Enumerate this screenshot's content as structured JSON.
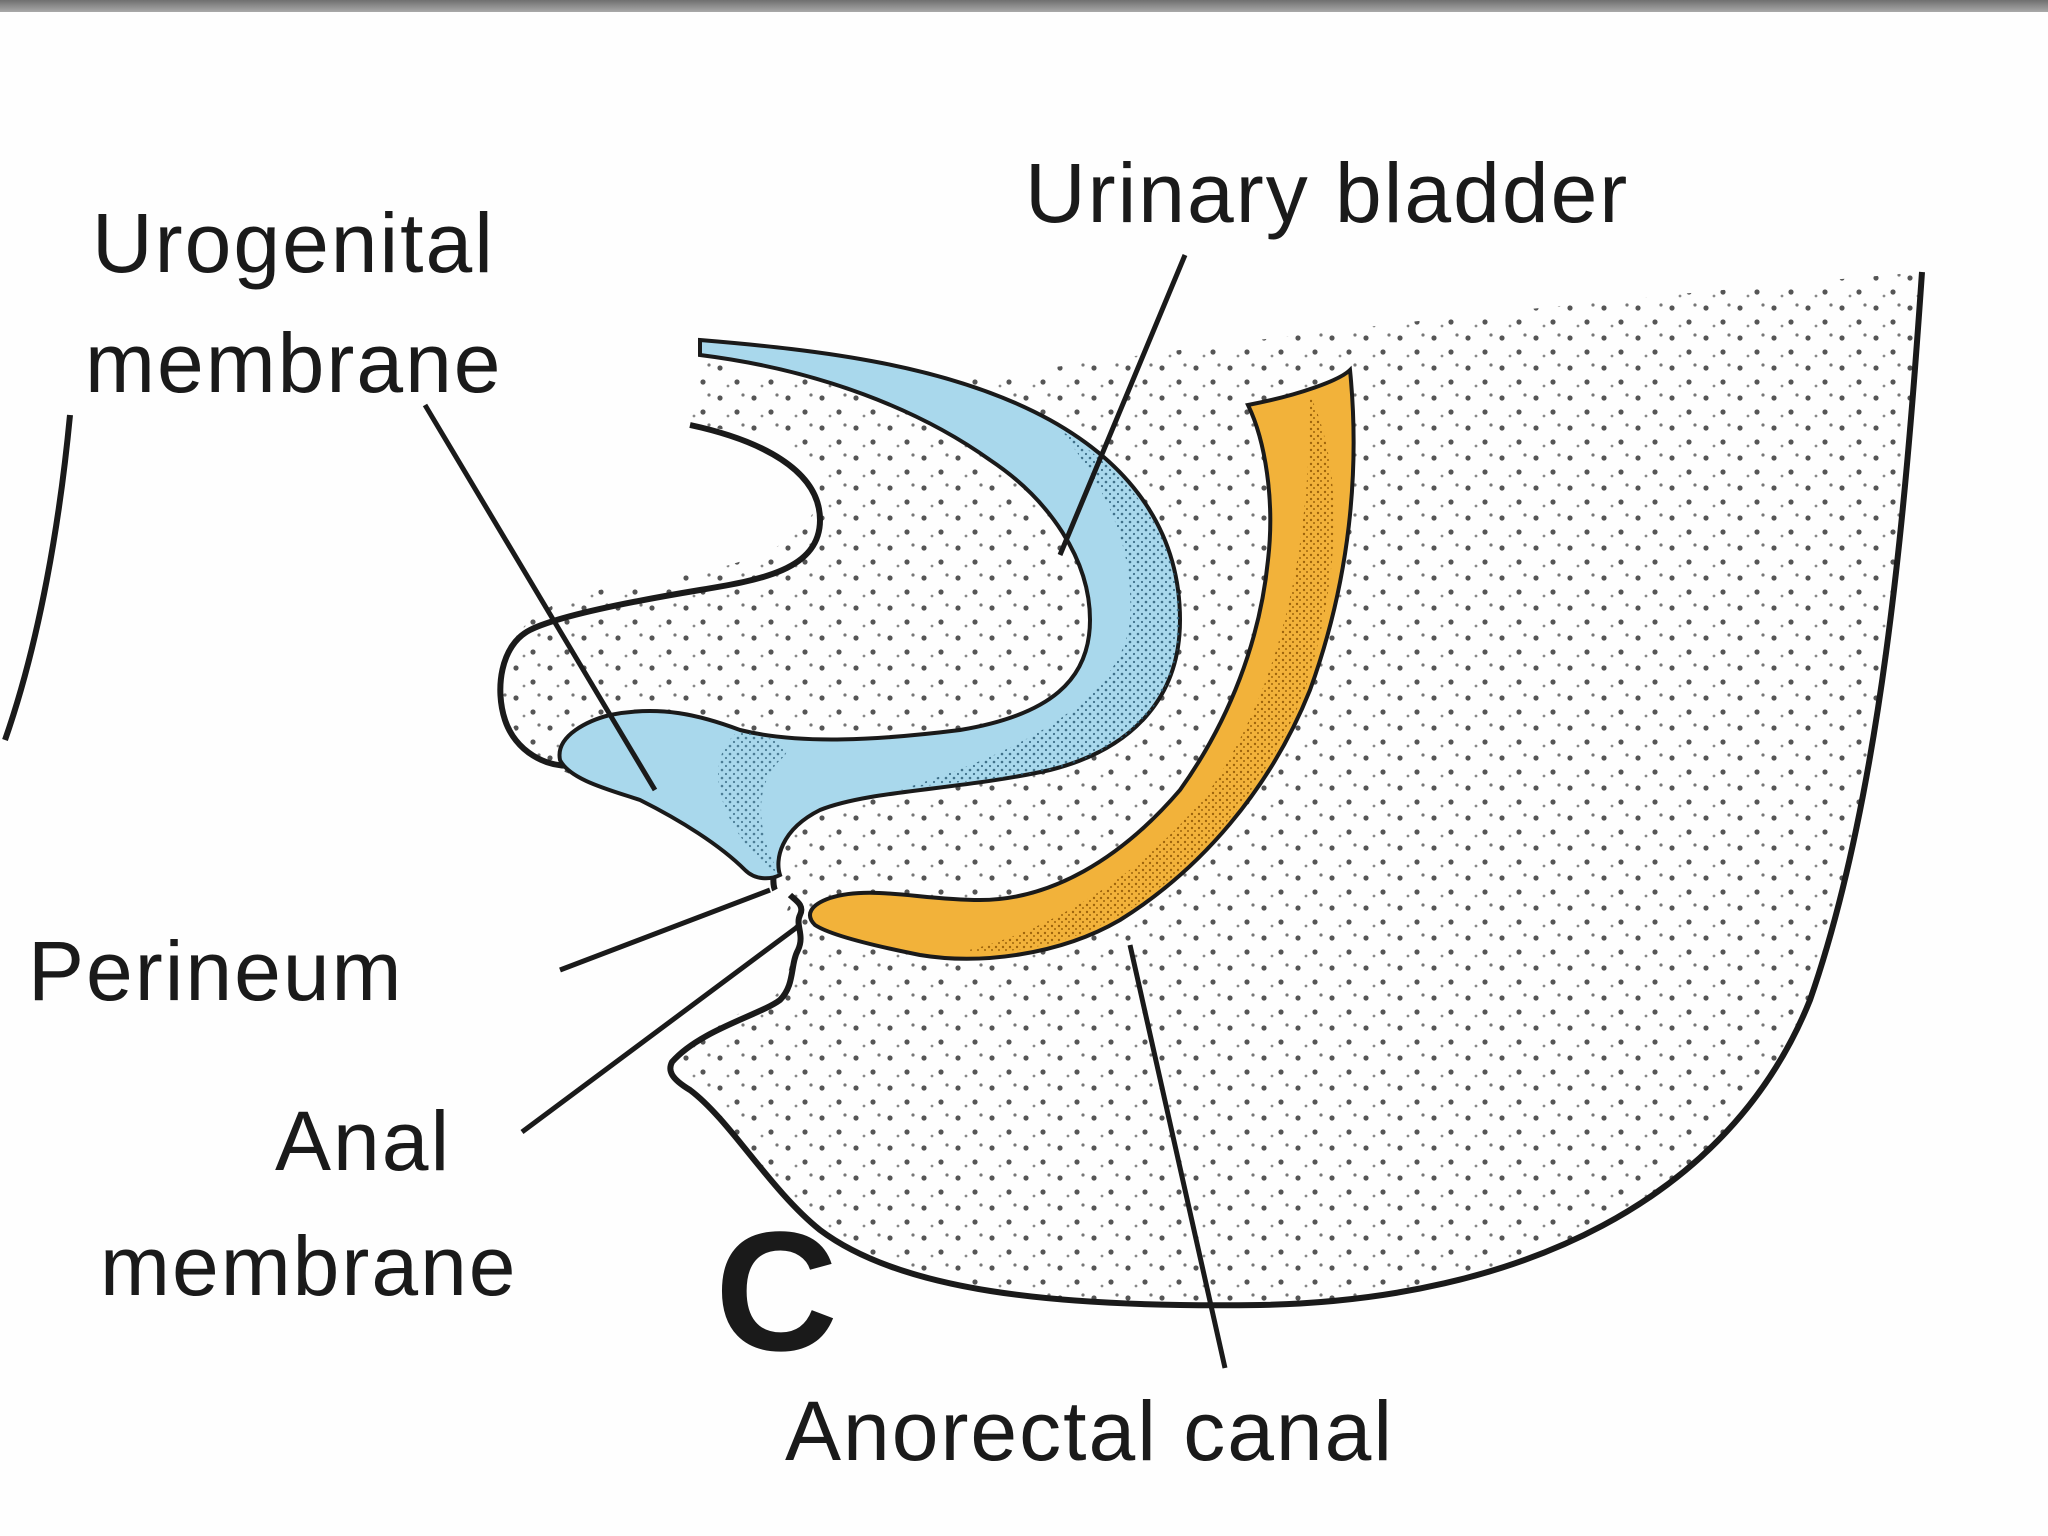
{
  "labels": {
    "urogenital_line1": "Urogenital",
    "urogenital_line2": "membrane",
    "urinary_bladder": "Urinary bladder",
    "perineum": "Perineum",
    "anal_line1": "Anal",
    "anal_line2": "membrane",
    "anorectal_canal": "Anorectal canal",
    "panel_letter": "C"
  },
  "colors": {
    "bladder_fill": "#a9d8ec",
    "bladder_shade": "#3d6f86",
    "canal_fill": "#f2b23a",
    "canal_shade": "#a86a10",
    "outline": "#1a1a1a",
    "mesenchyme_dot": "#555555"
  }
}
